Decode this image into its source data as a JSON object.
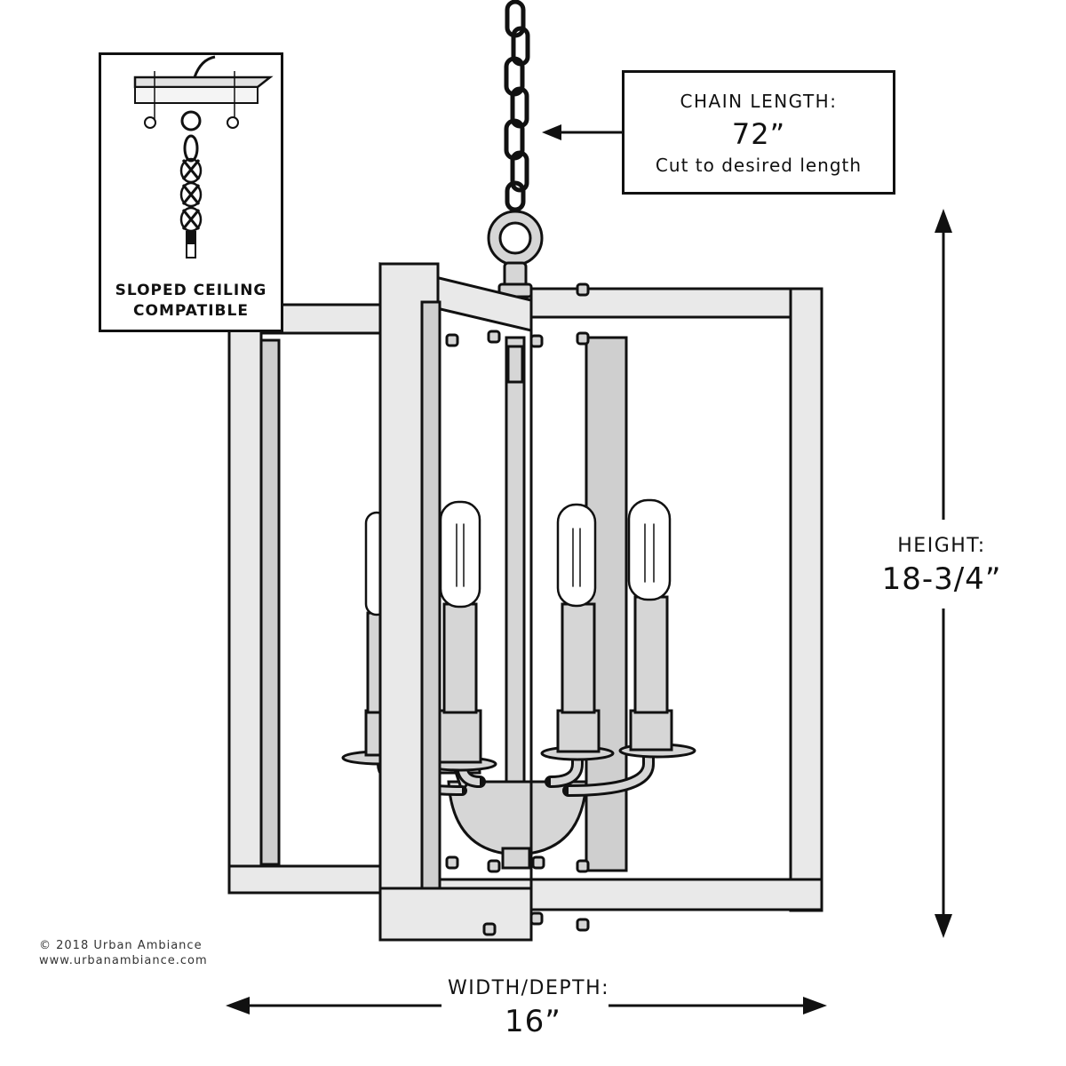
{
  "inset": {
    "caption": "SLOPED CEILING\nCOMPATIBLE"
  },
  "chain": {
    "label": "CHAIN LENGTH:",
    "value": "72”",
    "note": "Cut to desired length"
  },
  "height": {
    "label": "HEIGHT:",
    "value": "18-3/4”"
  },
  "width": {
    "label": "WIDTH/DEPTH:",
    "value": "16”"
  },
  "copyright": {
    "line1": "© 2018 Urban Ambiance",
    "line2": "www.urbanambiance.com"
  },
  "colors": {
    "ink": "#111111",
    "background": "#ffffff"
  }
}
